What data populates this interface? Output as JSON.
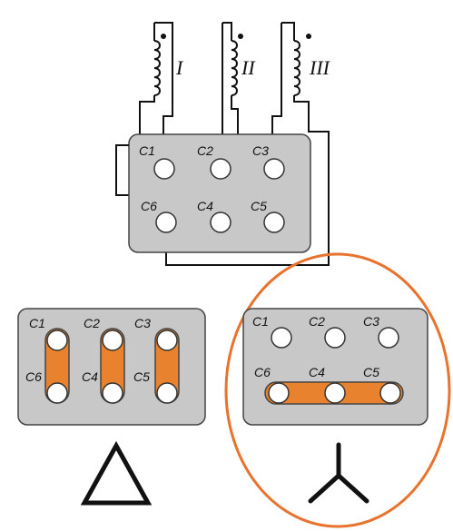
{
  "colors": {
    "panel": "#c8c8c8",
    "panel_border": "#444444",
    "wire": "#111111",
    "bridge": "#e8822e",
    "highlight": "#e8732e",
    "terminal": "#ffffff"
  },
  "coils": [
    {
      "label": "I"
    },
    {
      "label": "II"
    },
    {
      "label": "III"
    }
  ],
  "main_box": {
    "terminals": [
      "C1",
      "C2",
      "C3",
      "C6",
      "C4",
      "C5"
    ]
  },
  "delta_box": {
    "top_labels": [
      "C1",
      "C2",
      "C3"
    ],
    "bottom_labels": [
      "C6",
      "C4",
      "C5"
    ],
    "symbol": "delta-symbol"
  },
  "star_box": {
    "top_labels": [
      "C1",
      "C2",
      "C3"
    ],
    "bottom_labels": [
      "C6",
      "C4",
      "C5"
    ],
    "symbol": "star-symbol"
  }
}
